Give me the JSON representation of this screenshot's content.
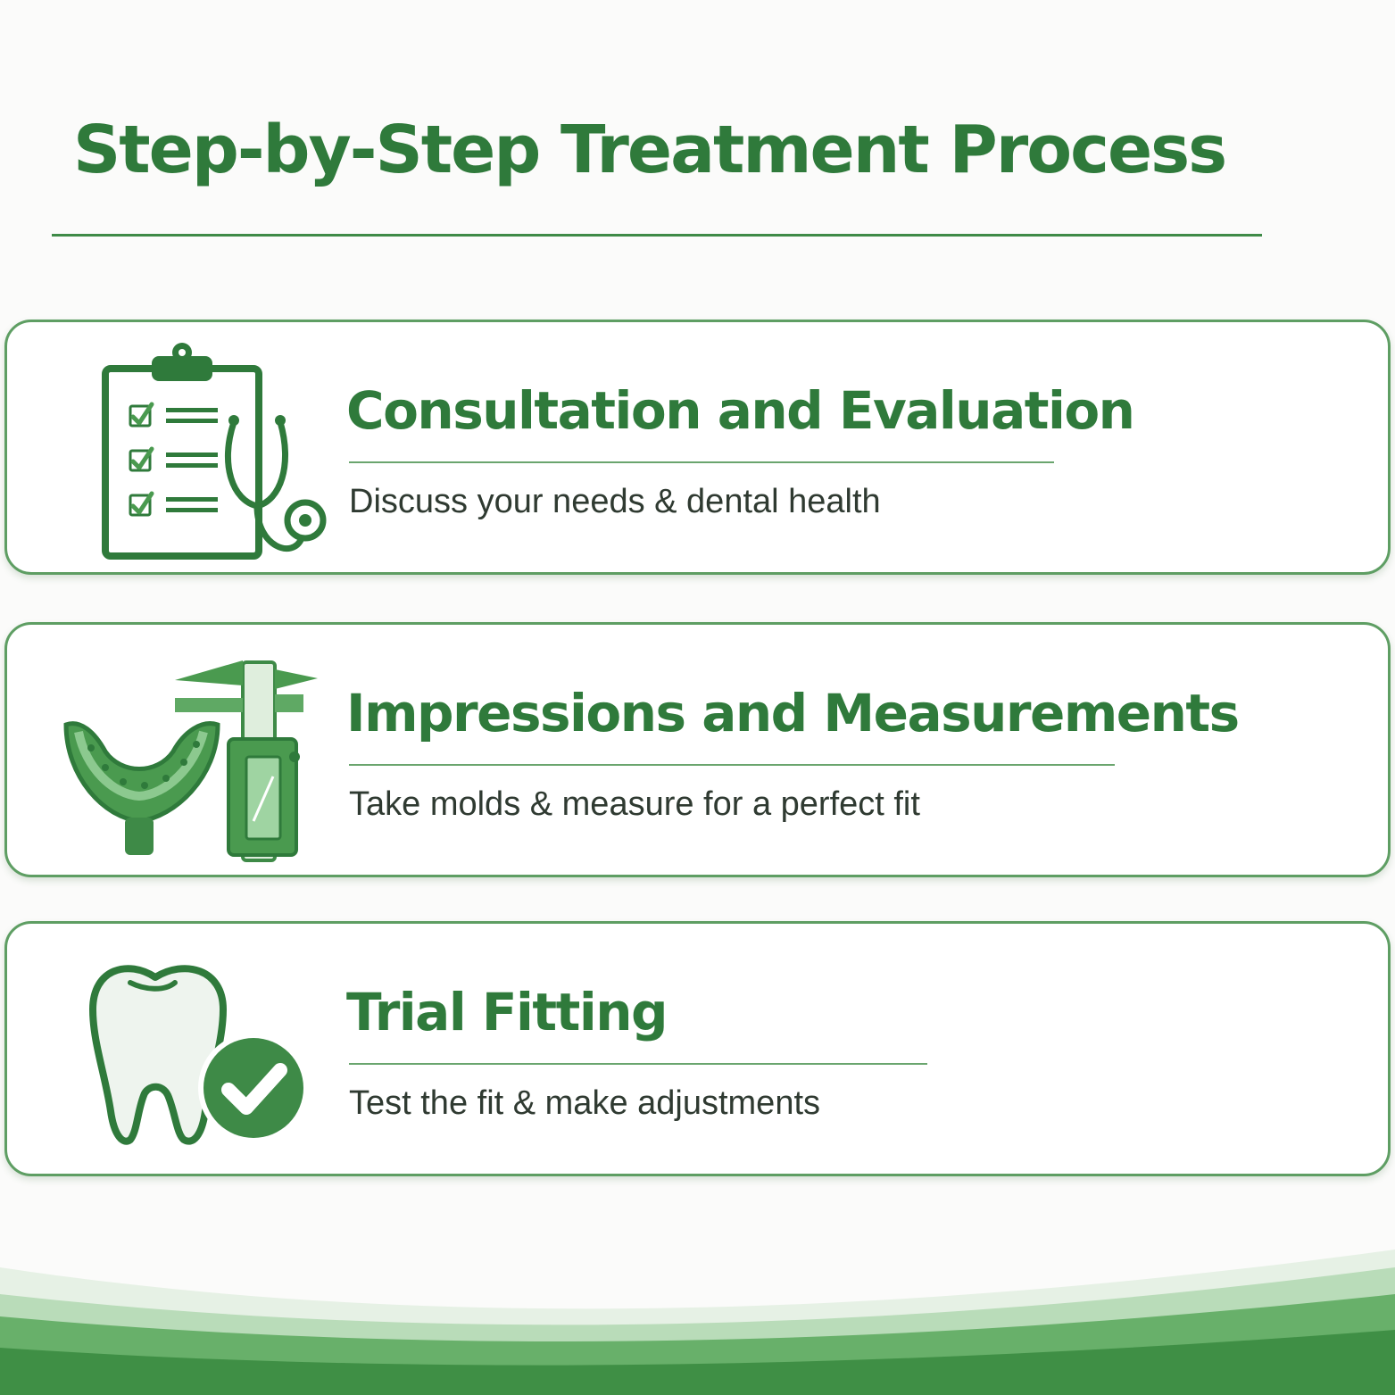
{
  "page": {
    "title": "Step-by-Step Treatment Process"
  },
  "steps": [
    {
      "title": "Consultation and Evaluation",
      "description": "Discuss your needs & dental health",
      "icon": "clipboard-stethoscope-icon"
    },
    {
      "title": "Impressions and Measurements",
      "description": "Take molds & measure for a perfect fit",
      "icon": "dental-mold-caliper-icon"
    },
    {
      "title": "Trial Fitting",
      "description": "Test the fit & make adjustments",
      "icon": "tooth-check-icon"
    }
  ],
  "colors": {
    "primary_green": "#2f7a3b",
    "accent_green": "#4a9a4f",
    "light_green": "#8cc98f",
    "background": "#fbfbfa"
  }
}
